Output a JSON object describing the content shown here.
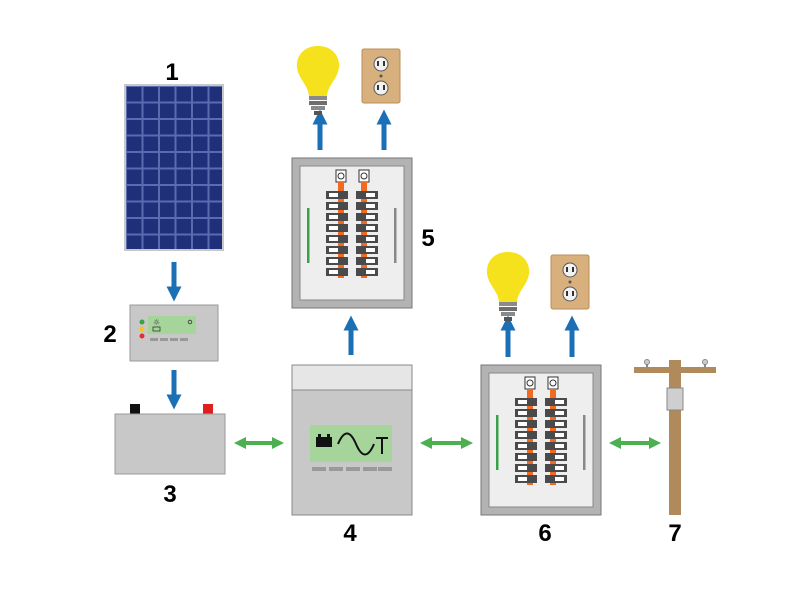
{
  "diagram": {
    "components": [
      {
        "id": "solar-panel",
        "number": "1"
      },
      {
        "id": "charge-controller",
        "number": "2"
      },
      {
        "id": "battery",
        "number": "3"
      },
      {
        "id": "inverter",
        "number": "4"
      },
      {
        "id": "backup-load-panel",
        "number": "5"
      },
      {
        "id": "main-panel",
        "number": "6"
      },
      {
        "id": "utility-pole",
        "number": "7"
      }
    ],
    "icons": {
      "bulb": "light-bulb-icon",
      "outlet": "outlet-icon"
    },
    "colors": {
      "arrow_blue": "#1a6fb5",
      "arrow_green": "#4caf50",
      "panel_grey": "#b3b3b3",
      "display_green": "#a6d59b",
      "bulb_yellow": "#f5e11c",
      "outlet_tan": "#d8b07d",
      "breaker_orange": "#f26a21",
      "solar_blue": "#1f2f7a"
    }
  }
}
